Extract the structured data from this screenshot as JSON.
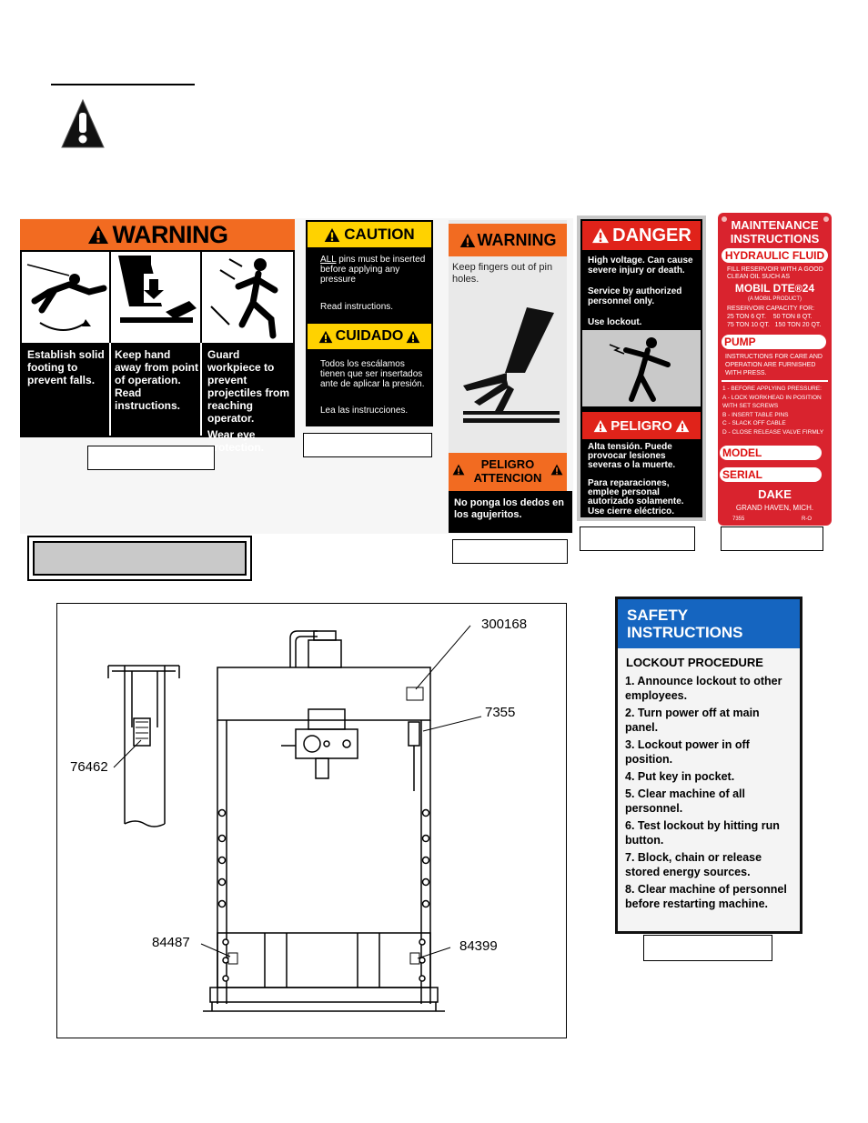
{
  "warning_sign": {
    "header": "WARNING",
    "panel1": "Establish solid footing to prevent falls.",
    "panel2": "Keep hand away from point of operation.",
    "panel2b": "Read instructions.",
    "panel3": "Guard workpiece to prevent projectiles from reaching operator.",
    "panel3b": "Wear eye protection."
  },
  "caution_sign": {
    "header": "CAUTION",
    "body_prefix": "ALL",
    "body_rest": " pins must be inserted before applying any pressure",
    "read": "Read instructions.",
    "header_es": "CUIDADO",
    "body_es": "Todos los escálamos tienen que ser insertados ante de aplicar la presión.",
    "read_es": "Lea las instrucciones."
  },
  "pin_warning_sign": {
    "header": "WARNING",
    "body": "Keep fingers out of pin holes.",
    "header_es1": "PELIGRO",
    "header_es2": "ATTENCION",
    "body_es": "No ponga los dedos en los agujeritos."
  },
  "danger_sign": {
    "header": "DANGER",
    "line1": "High voltage. Can cause severe injury or death.",
    "line2": "Service by authorized personnel only.",
    "line3": "Use lockout.",
    "header_es": "PELIGRO",
    "es1": "Alta tensión. Puede provocar lesiones severas o la muerte.",
    "es2": "Para reparaciones, emplee personal autorizado solamente.",
    "es3": "Use cierre eléctrico."
  },
  "maintenance_sign": {
    "title1": "MAINTENANCE",
    "title2": "INSTRUCTIONS",
    "fluid": "HYDRAULIC FLUID",
    "fill": "FILL RESERVOIR WITH A GOOD CLEAN OIL SUCH AS",
    "brand": "MOBIL DTE",
    "reg": "®",
    "grade": "24",
    "brand_note": "(A MOBIL PRODUCT)",
    "capacity": "RESERVOIR CAPACITY FOR:",
    "cap1": "25 TON 6 QT.    50 TON 8 QT.",
    "cap2": "75 TON 10 QT.   150 TON 20 QT.",
    "pump": "PUMP",
    "pump_text": "INSTRUCTIONS FOR CARE AND OPERATION ARE FURNISHED WITH PRESS.",
    "step1": "1 - BEFORE APPLYING PRESSURE:",
    "stepA": "A - LOCK WORKHEAD IN POSITION WITH SET SCREWS",
    "stepB": "B - INSERT TABLE PINS",
    "stepC": "C - SLACK OFF CABLE",
    "stepD": "D - CLOSE RELEASE VALVE FIRMLY",
    "model": "MODEL",
    "serial": "SERIAL",
    "maker": "DAKE",
    "city": "GRAND HAVEN, MICH.",
    "code": "7355",
    "code2": "R-O"
  },
  "safety_sign": {
    "title1": "SAFETY",
    "title2": "INSTRUCTIONS",
    "subtitle": "LOCKOUT PROCEDURE",
    "steps": [
      "1. Announce lockout to other employees.",
      "2. Turn power off at main panel.",
      "3. Lockout power in off position.",
      "4. Put key in pocket.",
      "5. Clear machine of all personnel.",
      "6. Test lockout by hitting run button.",
      "7. Block, chain or release stored energy sources.",
      "8. Clear machine of personnel before restarting machine."
    ]
  },
  "diagram": {
    "callout_300168": "300168",
    "callout_7355": "7355",
    "callout_76462": "76462",
    "callout_84487": "84487",
    "callout_84399": "84399"
  },
  "colors": {
    "orange": "#f26b21",
    "yellow": "#ffd200",
    "danger_red": "#e0231a",
    "plate_red": "#d9232e",
    "safety_blue": "#1565c0"
  }
}
